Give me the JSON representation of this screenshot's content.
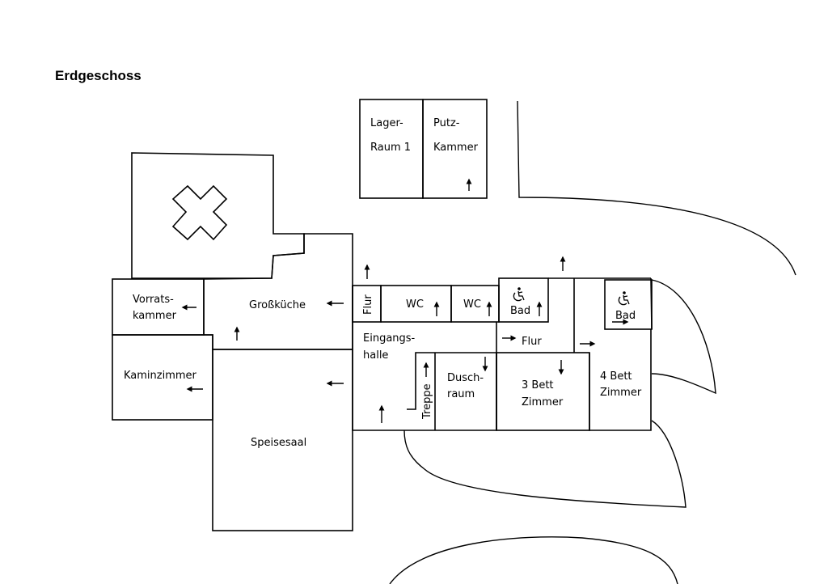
{
  "page_title": "Erdgeschoss",
  "rooms": {
    "lagerraum_1": "Lager-",
    "lagerraum_2": "Raum 1",
    "putzkammer_1": "Putz-",
    "putzkammer_2": "Kammer",
    "vorratskammer_1": "Vorrats-",
    "vorratskammer_2": "kammer",
    "grosskueche": "Großküche",
    "kaminzimmer": "Kaminzimmer",
    "speisesaal": "Speisesaal",
    "flur_vertical": "Flur",
    "wc_1": "WC",
    "wc_2": "WC",
    "bad_1": "Bad",
    "bad_2": "Bad",
    "eingangshalle_1": "Eingangs-",
    "eingangshalle_2": "halle",
    "flur": "Flur",
    "treppe": "Treppe",
    "duschraum_1": "Dusch-",
    "duschraum_2": "raum",
    "bett3_1": "3 Bett",
    "bett3_2": "Zimmer",
    "bett4_1": "4 Bett",
    "bett4_2": "Zimmer"
  },
  "icons": {
    "accessible": "wheelchair-icon",
    "closed_area": "cross-icon",
    "direction": "arrow-icon"
  }
}
